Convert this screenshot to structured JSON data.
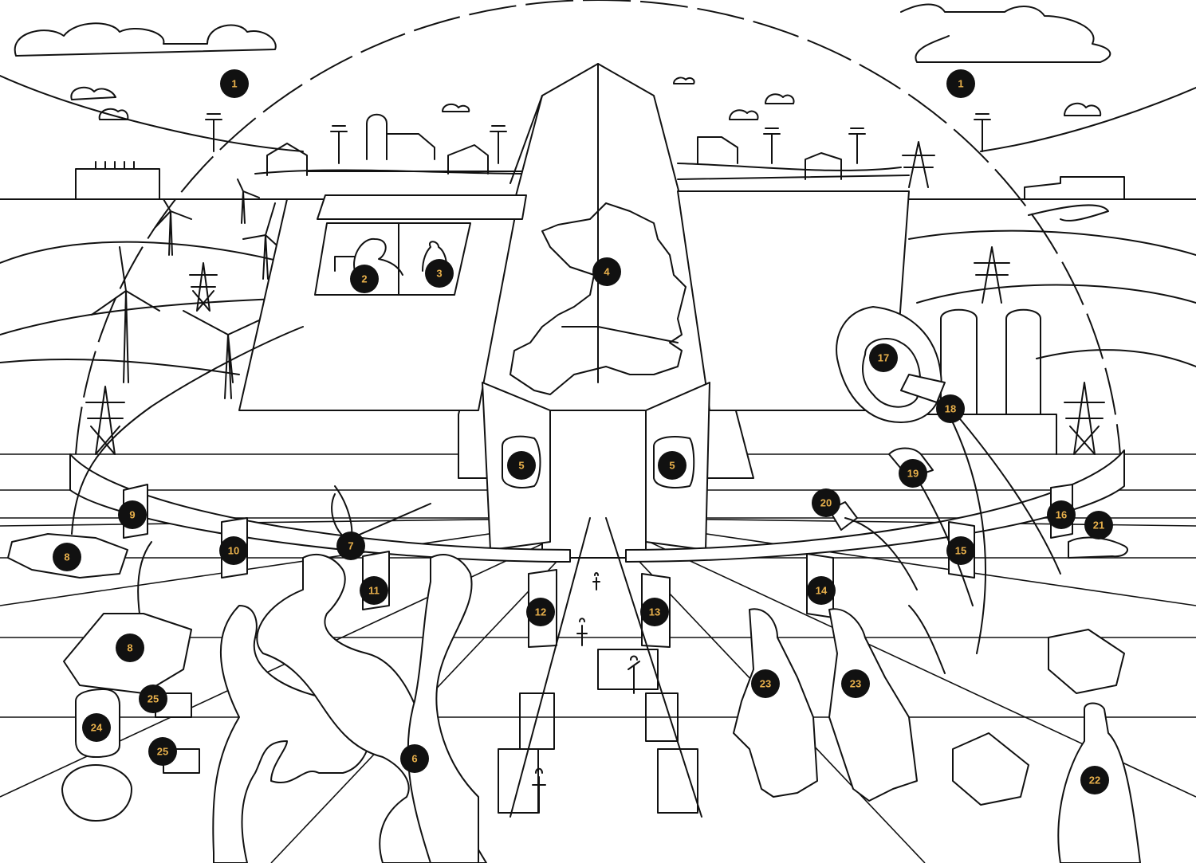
{
  "colors": {
    "ink": "#111111",
    "marker_fill": "#111111",
    "marker_text": "#e8b04b",
    "background": "#ffffff"
  },
  "markers": [
    {
      "id": "m1a",
      "label": "1"
    },
    {
      "id": "m1b",
      "label": "1"
    },
    {
      "id": "m2",
      "label": "2"
    },
    {
      "id": "m3",
      "label": "3"
    },
    {
      "id": "m4",
      "label": "4"
    },
    {
      "id": "m5a",
      "label": "5"
    },
    {
      "id": "m5b",
      "label": "5"
    },
    {
      "id": "m6",
      "label": "6"
    },
    {
      "id": "m7",
      "label": "7"
    },
    {
      "id": "m8a",
      "label": "8"
    },
    {
      "id": "m8b",
      "label": "8"
    },
    {
      "id": "m9",
      "label": "9"
    },
    {
      "id": "m10",
      "label": "10"
    },
    {
      "id": "m11",
      "label": "11"
    },
    {
      "id": "m12",
      "label": "12"
    },
    {
      "id": "m13",
      "label": "13"
    },
    {
      "id": "m14",
      "label": "14"
    },
    {
      "id": "m15",
      "label": "15"
    },
    {
      "id": "m16",
      "label": "16"
    },
    {
      "id": "m17",
      "label": "17"
    },
    {
      "id": "m18",
      "label": "18"
    },
    {
      "id": "m19",
      "label": "19"
    },
    {
      "id": "m20",
      "label": "20"
    },
    {
      "id": "m21",
      "label": "21"
    },
    {
      "id": "m22",
      "label": "22"
    },
    {
      "id": "m23a",
      "label": "23"
    },
    {
      "id": "m23b",
      "label": "23"
    },
    {
      "id": "m24",
      "label": "24"
    },
    {
      "id": "m25a",
      "label": "25"
    },
    {
      "id": "m25b",
      "label": "25"
    }
  ]
}
